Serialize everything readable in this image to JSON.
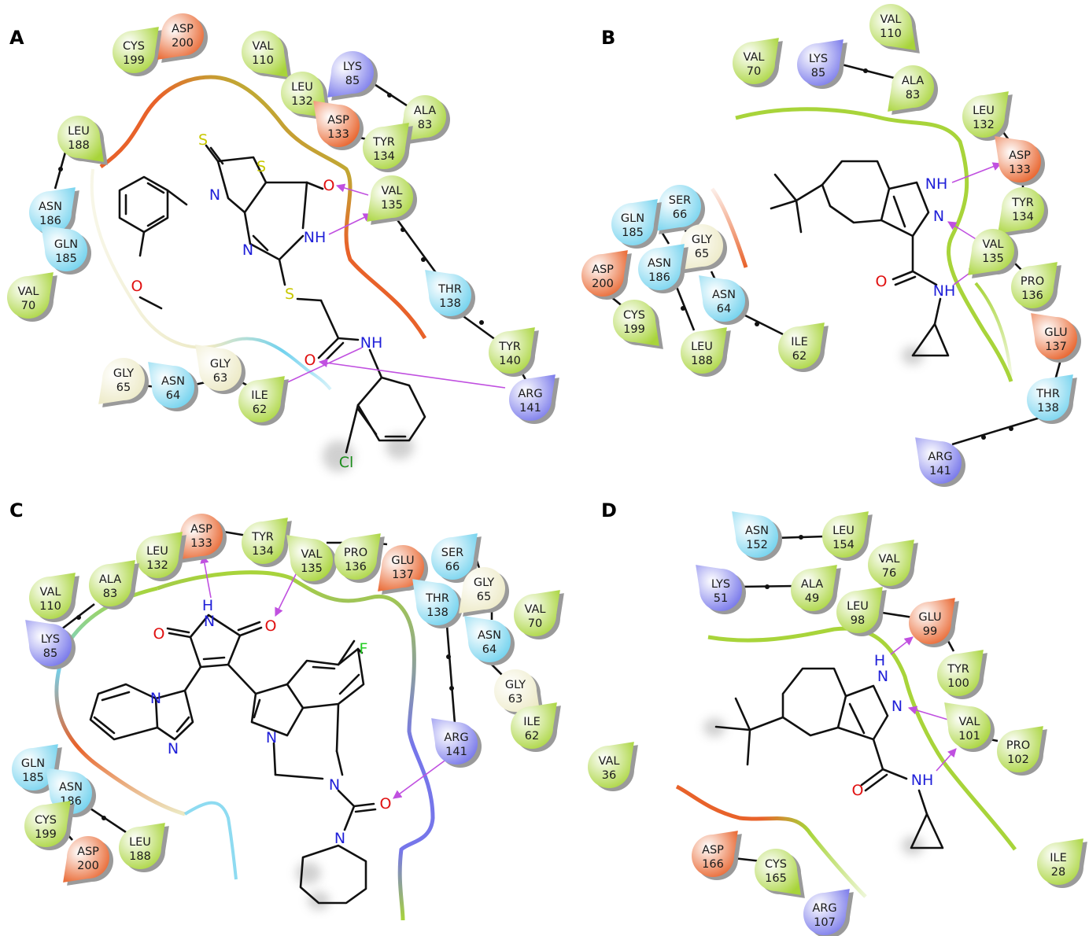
{
  "colors": {
    "hydrophobic": "#a8d43a",
    "polar": "#72d2ee",
    "negative": "#e8622a",
    "positive": "#7676ea",
    "glycine": "#ece9c4",
    "carbon": "#111111",
    "nitrogen": "#1f1fd8",
    "oxygen": "#e01010",
    "sulfur": "#c8c800",
    "chlorine": "#1a8c1a",
    "fluorine": "#22cc22",
    "hbond": "#c050e0"
  },
  "panels": [
    {
      "label": "A",
      "residues": [
        {
          "name": "CYS",
          "num": "199",
          "type": "hydrophobic"
        },
        {
          "name": "ASP",
          "num": "200",
          "type": "negative"
        },
        {
          "name": "VAL",
          "num": "110",
          "type": "hydrophobic"
        },
        {
          "name": "LYS",
          "num": "85",
          "type": "positive"
        },
        {
          "name": "LEU",
          "num": "132",
          "type": "hydrophobic"
        },
        {
          "name": "ALA",
          "num": "83",
          "type": "hydrophobic"
        },
        {
          "name": "ASP",
          "num": "133",
          "type": "negative"
        },
        {
          "name": "TYR",
          "num": "134",
          "type": "hydrophobic"
        },
        {
          "name": "LEU",
          "num": "188",
          "type": "hydrophobic"
        },
        {
          "name": "ASN",
          "num": "186",
          "type": "polar"
        },
        {
          "name": "GLN",
          "num": "185",
          "type": "polar"
        },
        {
          "name": "VAL",
          "num": "70",
          "type": "hydrophobic"
        },
        {
          "name": "VAL",
          "num": "135",
          "type": "hydrophobic"
        },
        {
          "name": "THR",
          "num": "138",
          "type": "polar"
        },
        {
          "name": "TYR",
          "num": "140",
          "type": "hydrophobic"
        },
        {
          "name": "ARG",
          "num": "141",
          "type": "positive"
        },
        {
          "name": "GLY",
          "num": "65",
          "type": "glycine"
        },
        {
          "name": "ASN",
          "num": "64",
          "type": "polar"
        },
        {
          "name": "GLY",
          "num": "63",
          "type": "glycine"
        },
        {
          "name": "ILE",
          "num": "62",
          "type": "hydrophobic"
        }
      ]
    },
    {
      "label": "B",
      "residues": [
        {
          "name": "VAL",
          "num": "110",
          "type": "hydrophobic"
        },
        {
          "name": "VAL",
          "num": "70",
          "type": "hydrophobic"
        },
        {
          "name": "LYS",
          "num": "85",
          "type": "positive"
        },
        {
          "name": "ALA",
          "num": "83",
          "type": "hydrophobic"
        },
        {
          "name": "LEU",
          "num": "132",
          "type": "hydrophobic"
        },
        {
          "name": "ASP",
          "num": "133",
          "type": "negative"
        },
        {
          "name": "TYR",
          "num": "134",
          "type": "hydrophobic"
        },
        {
          "name": "SER",
          "num": "66",
          "type": "polar"
        },
        {
          "name": "GLN",
          "num": "185",
          "type": "polar"
        },
        {
          "name": "GLY",
          "num": "65",
          "type": "glycine"
        },
        {
          "name": "ASN",
          "num": "186",
          "type": "polar"
        },
        {
          "name": "ASP",
          "num": "200",
          "type": "negative"
        },
        {
          "name": "ASN",
          "num": "64",
          "type": "polar"
        },
        {
          "name": "CYS",
          "num": "199",
          "type": "hydrophobic"
        },
        {
          "name": "LEU",
          "num": "188",
          "type": "hydrophobic"
        },
        {
          "name": "ILE",
          "num": "62",
          "type": "hydrophobic"
        },
        {
          "name": "VAL",
          "num": "135",
          "type": "hydrophobic"
        },
        {
          "name": "PRO",
          "num": "136",
          "type": "hydrophobic"
        },
        {
          "name": "GLU",
          "num": "137",
          "type": "negative"
        },
        {
          "name": "THR",
          "num": "138",
          "type": "polar"
        },
        {
          "name": "ARG",
          "num": "141",
          "type": "positive"
        }
      ]
    },
    {
      "label": "C",
      "residues": [
        {
          "name": "ASP",
          "num": "133",
          "type": "negative"
        },
        {
          "name": "TYR",
          "num": "134",
          "type": "hydrophobic"
        },
        {
          "name": "LEU",
          "num": "132",
          "type": "hydrophobic"
        },
        {
          "name": "VAL",
          "num": "135",
          "type": "hydrophobic"
        },
        {
          "name": "PRO",
          "num": "136",
          "type": "hydrophobic"
        },
        {
          "name": "GLU",
          "num": "137",
          "type": "negative"
        },
        {
          "name": "SER",
          "num": "66",
          "type": "polar"
        },
        {
          "name": "ALA",
          "num": "83",
          "type": "hydrophobic"
        },
        {
          "name": "VAL",
          "num": "110",
          "type": "hydrophobic"
        },
        {
          "name": "THR",
          "num": "138",
          "type": "polar"
        },
        {
          "name": "GLY",
          "num": "65",
          "type": "glycine"
        },
        {
          "name": "LYS",
          "num": "85",
          "type": "positive"
        },
        {
          "name": "VAL",
          "num": "70",
          "type": "hydrophobic"
        },
        {
          "name": "ASN",
          "num": "64",
          "type": "polar"
        },
        {
          "name": "GLY",
          "num": "63",
          "type": "glycine"
        },
        {
          "name": "ILE",
          "num": "62",
          "type": "hydrophobic"
        },
        {
          "name": "ARG",
          "num": "141",
          "type": "positive"
        },
        {
          "name": "GLN",
          "num": "185",
          "type": "polar"
        },
        {
          "name": "ASN",
          "num": "186",
          "type": "polar"
        },
        {
          "name": "CYS",
          "num": "199",
          "type": "hydrophobic"
        },
        {
          "name": "ASP",
          "num": "200",
          "type": "negative"
        },
        {
          "name": "LEU",
          "num": "188",
          "type": "hydrophobic"
        }
      ]
    },
    {
      "label": "D",
      "residues": [
        {
          "name": "ASN",
          "num": "152",
          "type": "polar"
        },
        {
          "name": "LEU",
          "num": "154",
          "type": "hydrophobic"
        },
        {
          "name": "VAL",
          "num": "76",
          "type": "hydrophobic"
        },
        {
          "name": "LYS",
          "num": "51",
          "type": "positive"
        },
        {
          "name": "ALA",
          "num": "49",
          "type": "hydrophobic"
        },
        {
          "name": "LEU",
          "num": "98",
          "type": "hydrophobic"
        },
        {
          "name": "GLU",
          "num": "99",
          "type": "negative"
        },
        {
          "name": "TYR",
          "num": "100",
          "type": "hydrophobic"
        },
        {
          "name": "VAL",
          "num": "101",
          "type": "hydrophobic"
        },
        {
          "name": "PRO",
          "num": "102",
          "type": "hydrophobic"
        },
        {
          "name": "VAL",
          "num": "36",
          "type": "hydrophobic"
        },
        {
          "name": "ASP",
          "num": "166",
          "type": "negative"
        },
        {
          "name": "CYS",
          "num": "165",
          "type": "hydrophobic"
        },
        {
          "name": "ILE",
          "num": "28",
          "type": "hydrophobic"
        },
        {
          "name": "ARG",
          "num": "107",
          "type": "positive"
        }
      ]
    }
  ],
  "atoms": {
    "S": "S",
    "N": "N",
    "O": "O",
    "NH": "NH",
    "HN": "H",
    "Cl": "Cl",
    "F": "F"
  }
}
